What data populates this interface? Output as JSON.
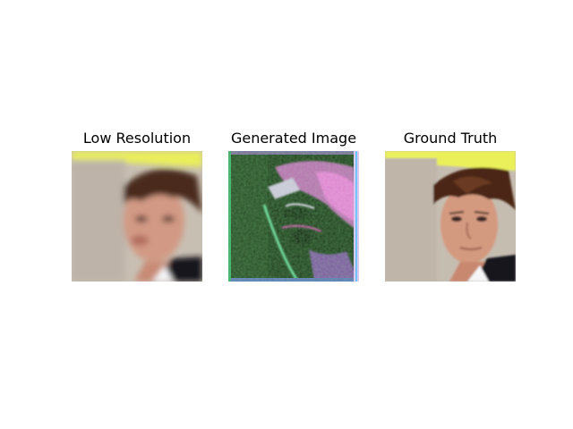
{
  "figure": {
    "panels": [
      {
        "title": "Low Resolution"
      },
      {
        "title": "Generated Image"
      },
      {
        "title": "Ground Truth"
      }
    ]
  }
}
